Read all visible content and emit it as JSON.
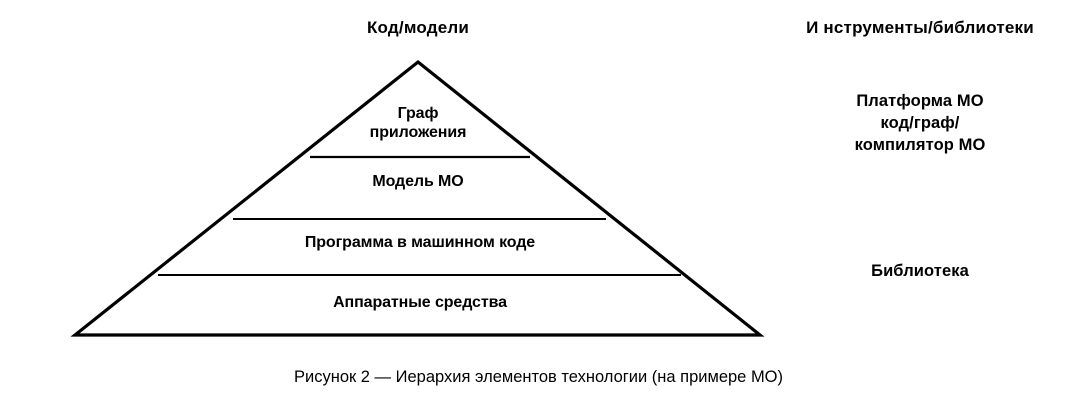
{
  "headers": {
    "left": "Код/модели",
    "right": "И нструменты/библиотеки"
  },
  "pyramid": {
    "tiers": [
      {
        "label": "Граф\nприложения"
      },
      {
        "label": "Модель МО"
      },
      {
        "label": "Программа в машинном коде"
      },
      {
        "label": "Аппаратные средства"
      }
    ]
  },
  "side_notes": [
    {
      "text": "Платформа МО\nкод/граф/\nкомпилятор МО"
    },
    {
      "text": "Библиотека"
    }
  ],
  "caption": "Рисунок 2 — Иерархия элементов технологии (на примере МО)",
  "colors": {
    "ink": "#000000",
    "background": "#ffffff"
  }
}
